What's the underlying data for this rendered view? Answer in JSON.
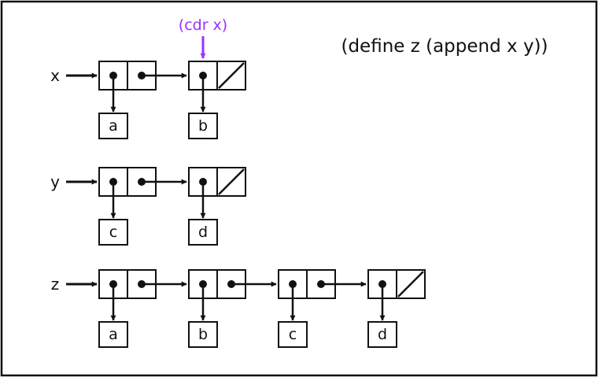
{
  "expression": "(define z (append x y))",
  "annotation": {
    "text": "(cdr x)",
    "color": "#9b30ff"
  },
  "ink_color": "#111111",
  "lists": [
    {
      "var": "x",
      "items": [
        "a",
        "b"
      ]
    },
    {
      "var": "y",
      "items": [
        "c",
        "d"
      ]
    },
    {
      "var": "z",
      "items": [
        "a",
        "b",
        "c",
        "d"
      ]
    }
  ]
}
